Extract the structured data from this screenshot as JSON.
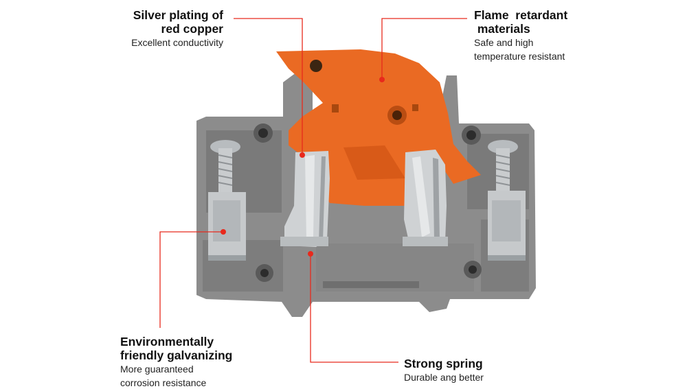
{
  "callouts": {
    "silver": {
      "title_line1": "Silver plating of",
      "title_line2": "red copper",
      "desc_line1": "Excellent conductivity"
    },
    "flame": {
      "title_line1": "Flame  retardant",
      "title_line2": " materials",
      "desc_line1": "Safe and high",
      "desc_line2": "temperature resistant"
    },
    "environment": {
      "title_line1": "Environmentally",
      "title_line2": "friendly galvanizing",
      "desc_line1": "More guaranteed",
      "desc_line2": "corrosion resistance"
    },
    "spring": {
      "title_line1": "Strong spring",
      "desc_line1": "Durable ang better"
    }
  },
  "colors": {
    "leader_line": "#e8291c",
    "housing_gray": "#8c8c8c",
    "lever_orange": "#ea6a23",
    "metal": "#c9ccce"
  }
}
